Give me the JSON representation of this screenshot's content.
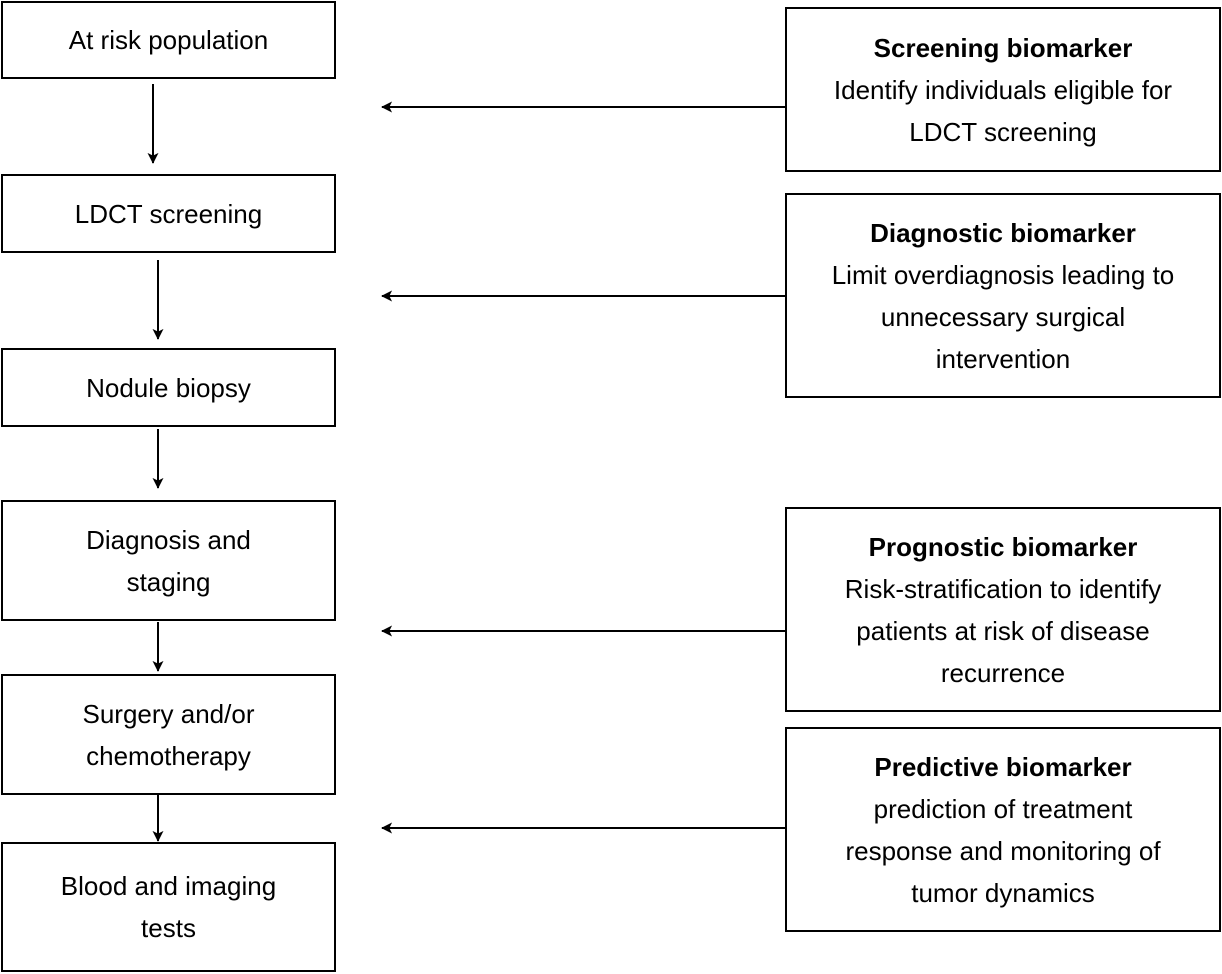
{
  "steps": [
    {
      "label": "At risk population"
    },
    {
      "label": "LDCT screening"
    },
    {
      "label": "Nodule biopsy"
    },
    {
      "label": "Diagnosis and staging"
    },
    {
      "label": "Surgery and/or chemotherapy"
    },
    {
      "label": "Blood and imaging tests"
    }
  ],
  "biomarkers": [
    {
      "title": "Screening biomarker",
      "description": "Identify individuals eligible for LDCT screening"
    },
    {
      "title": "Diagnostic biomarker",
      "description": "Limit overdiagnosis leading to unnecessary surgical intervention"
    },
    {
      "title": "Prognostic biomarker",
      "description": "Risk-stratification to identify patients at risk of disease recurrence"
    },
    {
      "title": "Predictive biomarker",
      "description": "prediction of treatment response and monitoring of tumor dynamics"
    }
  ],
  "colors": {
    "line": "#000000",
    "background": "#ffffff"
  }
}
